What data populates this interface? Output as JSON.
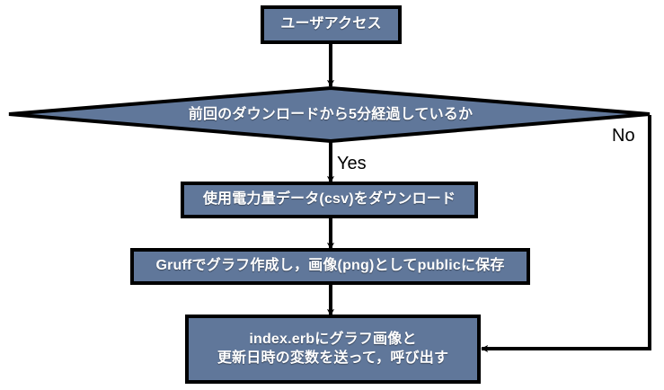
{
  "diagram": {
    "type": "flowchart",
    "title": "",
    "background_color": "#ffffff",
    "node_fill_color": "#60779a",
    "node_border_color": "#000000",
    "node_text_color": "#ffffff",
    "connector_color": "#000000"
  },
  "nodes": {
    "start": {
      "shape": "rectangle",
      "label": "ユーザアクセス"
    },
    "decision": {
      "shape": "diamond",
      "label": "前回のダウンロードから5分経過しているか"
    },
    "download": {
      "shape": "rectangle",
      "label": "使用電力量データ(csv)をダウンロード"
    },
    "graph": {
      "shape": "rectangle",
      "label": "Gruffでグラフ作成し，画像(png)としてpublicに保存"
    },
    "render": {
      "shape": "rectangle",
      "line1": "index.erbにグラフ画像と",
      "line2": "更新日時の変数を送って，呼び出す"
    }
  },
  "edges": {
    "start_to_decision": {
      "label": ""
    },
    "decision_yes": {
      "label": "Yes"
    },
    "decision_no": {
      "label": "No"
    },
    "download_to_graph": {
      "label": ""
    },
    "graph_to_render": {
      "label": ""
    }
  }
}
